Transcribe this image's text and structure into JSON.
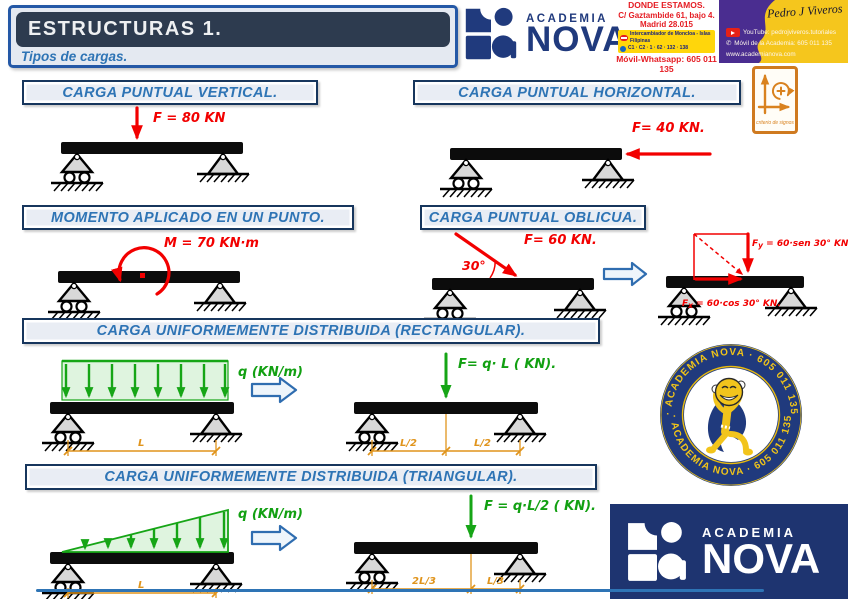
{
  "header": {
    "title": "ESTRUCTURAS 1.",
    "subtitle": "Tipos de cargas.",
    "brand": {
      "academia": "ACADEMIA",
      "nova": "NOVA"
    },
    "address": {
      "heading": "DONDE ESTAMOS.",
      "street": "C/ Gaztambide 61, bajo 4.",
      "city": "Madrid 28.015",
      "metro": "Intercambiador de Moncloa - Islas Filipinas",
      "buses": "C1 · C2 · 1 · 62 · 132 · 138",
      "whatsapp": "Móvil-Whatsapp: 605 011 135"
    },
    "card": {
      "signature": "Pedro J Viveros",
      "youtube": "YouTube: pedrojviveros.tutoriales",
      "phone": "Móvil de la Academia: 605 011 135",
      "web": "www.academianova.com"
    }
  },
  "sign_box": {
    "label": "criterio de signos"
  },
  "sections": {
    "vertical": {
      "title": "CARGA PUNTUAL VERTICAL.",
      "force": "F = 80 KN"
    },
    "horizontal": {
      "title": "CARGA PUNTUAL HORIZONTAL.",
      "force": "F= 40 KN."
    },
    "moment": {
      "title": "MOMENTO APLICADO EN UN PUNTO.",
      "value": "M = 70 KN·m"
    },
    "oblique": {
      "title": "CARGA PUNTUAL OBLICUA.",
      "force": "F= 60 KN.",
      "angle": "30°",
      "fy_f": "F",
      "fy_sub": "y",
      "fy_rest": " = 60·sen 30° KN.",
      "fx_f": "F",
      "fx_sub": "x",
      "fx_rest": " = 60·cos 30° KN."
    },
    "rectangular": {
      "title": "CARGA UNIFORMEMENTE DISTRIBUIDA (RECTANGULAR).",
      "q": "q (KN/m)",
      "dim": "L",
      "force": "F= q· L ( KN).",
      "dim_left": "L/2",
      "dim_right": "L/2"
    },
    "triangular": {
      "title": "CARGA UNIFORMEMENTE DISTRIBUIDA (TRIANGULAR).",
      "q": "q (KN/m)",
      "dim": "L",
      "force": "F = q·L/2  ( KN).",
      "dim_left": "2L/3",
      "dim_right": "L/3"
    }
  },
  "badge": {
    "top_text": "· ACADEMIA NOVA · 605 011 135",
    "bottom_text": "· ACADEMIA NOVA · 605 011 135"
  },
  "footer_brand": {
    "academia": "ACADEMIA",
    "nova": "NOVA"
  },
  "colors": {
    "navy_title": "#2d3b4f",
    "blue_text": "#2e74b5",
    "red": "#f20000",
    "green": "#16a516",
    "orange": "#e0941c",
    "brand_navy": "#203a7d",
    "card_yellow": "#f5c61d",
    "card_purple": "#4a2d90",
    "footer_navy": "#1e3470"
  }
}
